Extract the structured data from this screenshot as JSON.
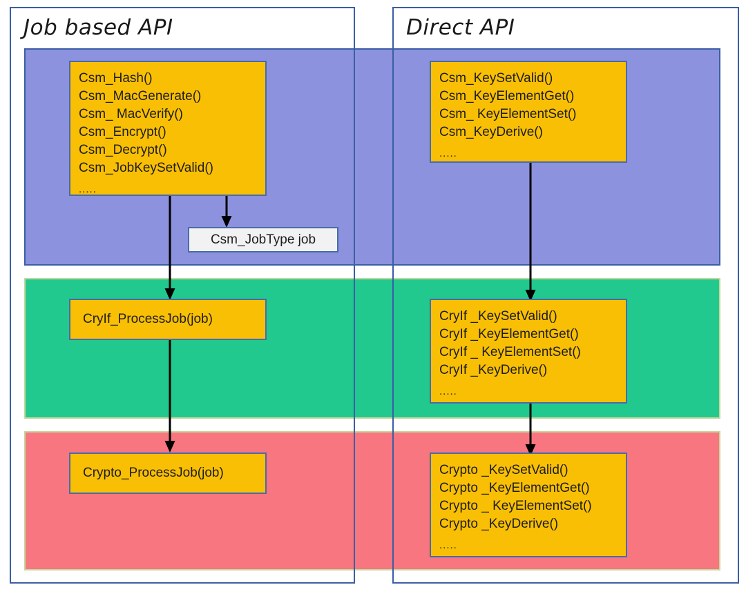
{
  "diagram": {
    "title_left": "Job based API",
    "title_right": "Direct API",
    "colors": {
      "band_purple": "#8c92dd",
      "band_green": "#21c98f",
      "band_red": "#f7767f",
      "api_box_fill": "#f9bf04",
      "frame_blue": "#3b5ea5",
      "data_box_fill": "#f2f2f2"
    }
  },
  "job_api": {
    "csm_box": {
      "lines": [
        "Csm_Hash()",
        "Csm_MacGenerate()",
        "Csm_ MacVerify()",
        "Csm_Encrypt()",
        "Csm_Decrypt()",
        "Csm_JobKeySetValid()"
      ],
      "ellipsis": "....."
    },
    "job_data_box": {
      "label": "Csm_JobType job"
    },
    "cryif_box": {
      "label": "CryIf_ProcessJob(job)"
    },
    "crypto_box": {
      "label": "Crypto_ProcessJob(job)"
    }
  },
  "direct_api": {
    "csm_box": {
      "lines": [
        "Csm_KeySetValid()",
        "Csm_KeyElementGet()",
        "Csm_ KeyElementSet()",
        "Csm_KeyDerive()"
      ],
      "ellipsis": "....."
    },
    "cryif_box": {
      "lines": [
        "CryIf _KeySetValid()",
        "CryIf _KeyElementGet()",
        "CryIf _ KeyElementSet()",
        "CryIf _KeyDerive()"
      ],
      "ellipsis": "....."
    },
    "crypto_box": {
      "lines": [
        "Crypto _KeySetValid()",
        "Crypto _KeyElementGet()",
        "Crypto _ KeyElementSet()",
        "Crypto _KeyDerive()"
      ],
      "ellipsis": "....."
    }
  }
}
